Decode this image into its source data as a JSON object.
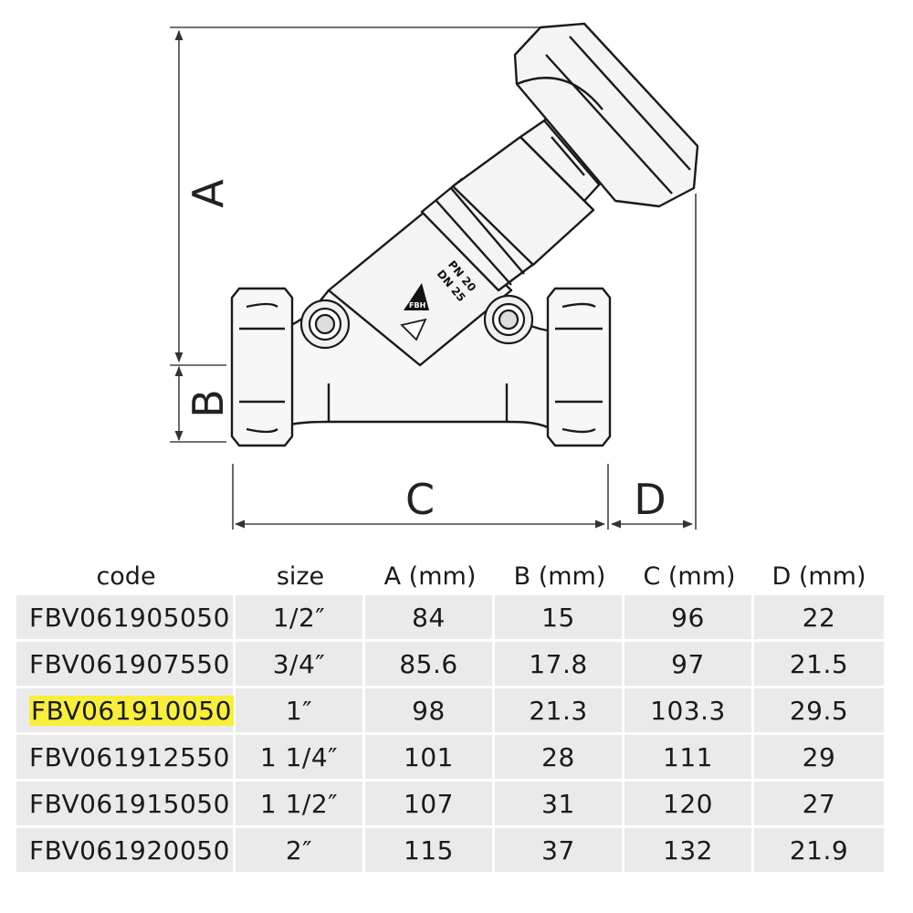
{
  "dimension_labels": {
    "a": "A",
    "b": "B",
    "c": "C",
    "d": "D"
  },
  "body_marking": {
    "line1": "PN 20",
    "line2": "DN 25",
    "logo": "FBH"
  },
  "table": {
    "headers": [
      "code",
      "size",
      "A (mm)",
      "B (mm)",
      "C (mm)",
      "D (mm)"
    ],
    "rows": [
      [
        "FBV061905050",
        "1/2″",
        "84",
        "15",
        "96",
        "22"
      ],
      [
        "FBV061907550",
        "3/4″",
        "85.6",
        "17.8",
        "97",
        "21.5"
      ],
      [
        "FBV061910050",
        "1″",
        "98",
        "21.3",
        "103.3",
        "29.5"
      ],
      [
        "FBV061912550",
        "1 1/4″",
        "101",
        "28",
        "111",
        "29"
      ],
      [
        "FBV061915050",
        "1 1/2″",
        "107",
        "31",
        "120",
        "27"
      ],
      [
        "FBV061920050",
        "2″",
        "115",
        "37",
        "132",
        "21.9"
      ]
    ],
    "highlighted_row": 2,
    "highlight_color": "#f7ef3c",
    "row_background": "#eaeaea"
  }
}
